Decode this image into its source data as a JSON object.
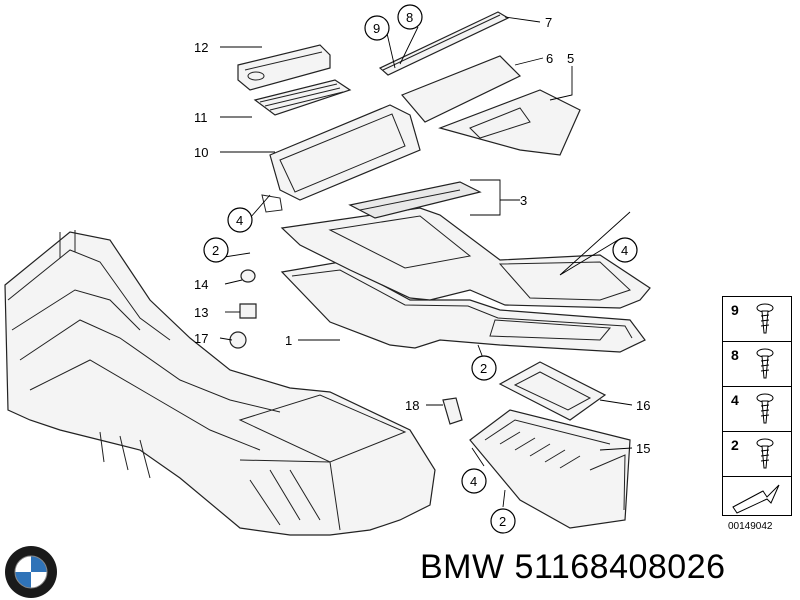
{
  "diagram": {
    "callouts": [
      "12",
      "11",
      "10",
      "4",
      "2",
      "14",
      "13",
      "17",
      "1",
      "9",
      "8",
      "7",
      "6",
      "5",
      "3",
      "4",
      "2",
      "18",
      "16",
      "15",
      "4",
      "2"
    ],
    "legend": {
      "items": [
        {
          "num": "9",
          "icon": "screw-icon"
        },
        {
          "num": "8",
          "icon": "screw-icon"
        },
        {
          "num": "4",
          "icon": "screw-icon"
        },
        {
          "num": "2",
          "icon": "screw-icon"
        }
      ],
      "code": "00149042"
    }
  },
  "caption": {
    "brand": "BMW",
    "part_number": "51168408026",
    "logo": "bmw-roundel-logo"
  }
}
